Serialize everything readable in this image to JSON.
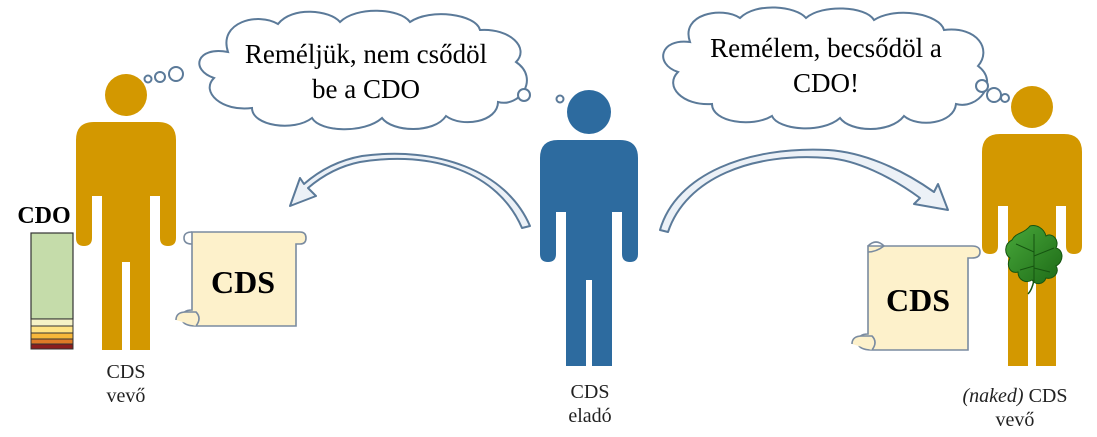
{
  "bubbles": {
    "left": {
      "line1": "Reméljük, nem csődöl",
      "line2": "be a CDO"
    },
    "right": {
      "line1": "Remélem, becsődöl a",
      "line2": "CDO!"
    }
  },
  "cdo_label": "CDO",
  "scroll_left": {
    "label": "CDS"
  },
  "scroll_right": {
    "label": "CDS"
  },
  "labels": {
    "buyer": {
      "line1": "CDS",
      "line2": "vevő"
    },
    "seller": {
      "line1": "CDS",
      "line2": "eladó"
    },
    "naked_buyer": {
      "prefix": "(naked)",
      "line1_rest": " CDS",
      "line2": "vevő"
    }
  },
  "colors": {
    "buyer": "#D39800",
    "seller": "#2D6B9F",
    "leaf": "#2E8B22",
    "scroll_fill": "#FDF1CB",
    "cdo_top": "#C5DCAA",
    "arrow_fill": "#ECF1F7",
    "arrow_stroke": "#5B7A99"
  },
  "cdo_tranches": [
    "#C5DCAA",
    "#F5F2C6",
    "#FFE383",
    "#F7B73A",
    "#DF7A27",
    "#8B1E1E"
  ]
}
